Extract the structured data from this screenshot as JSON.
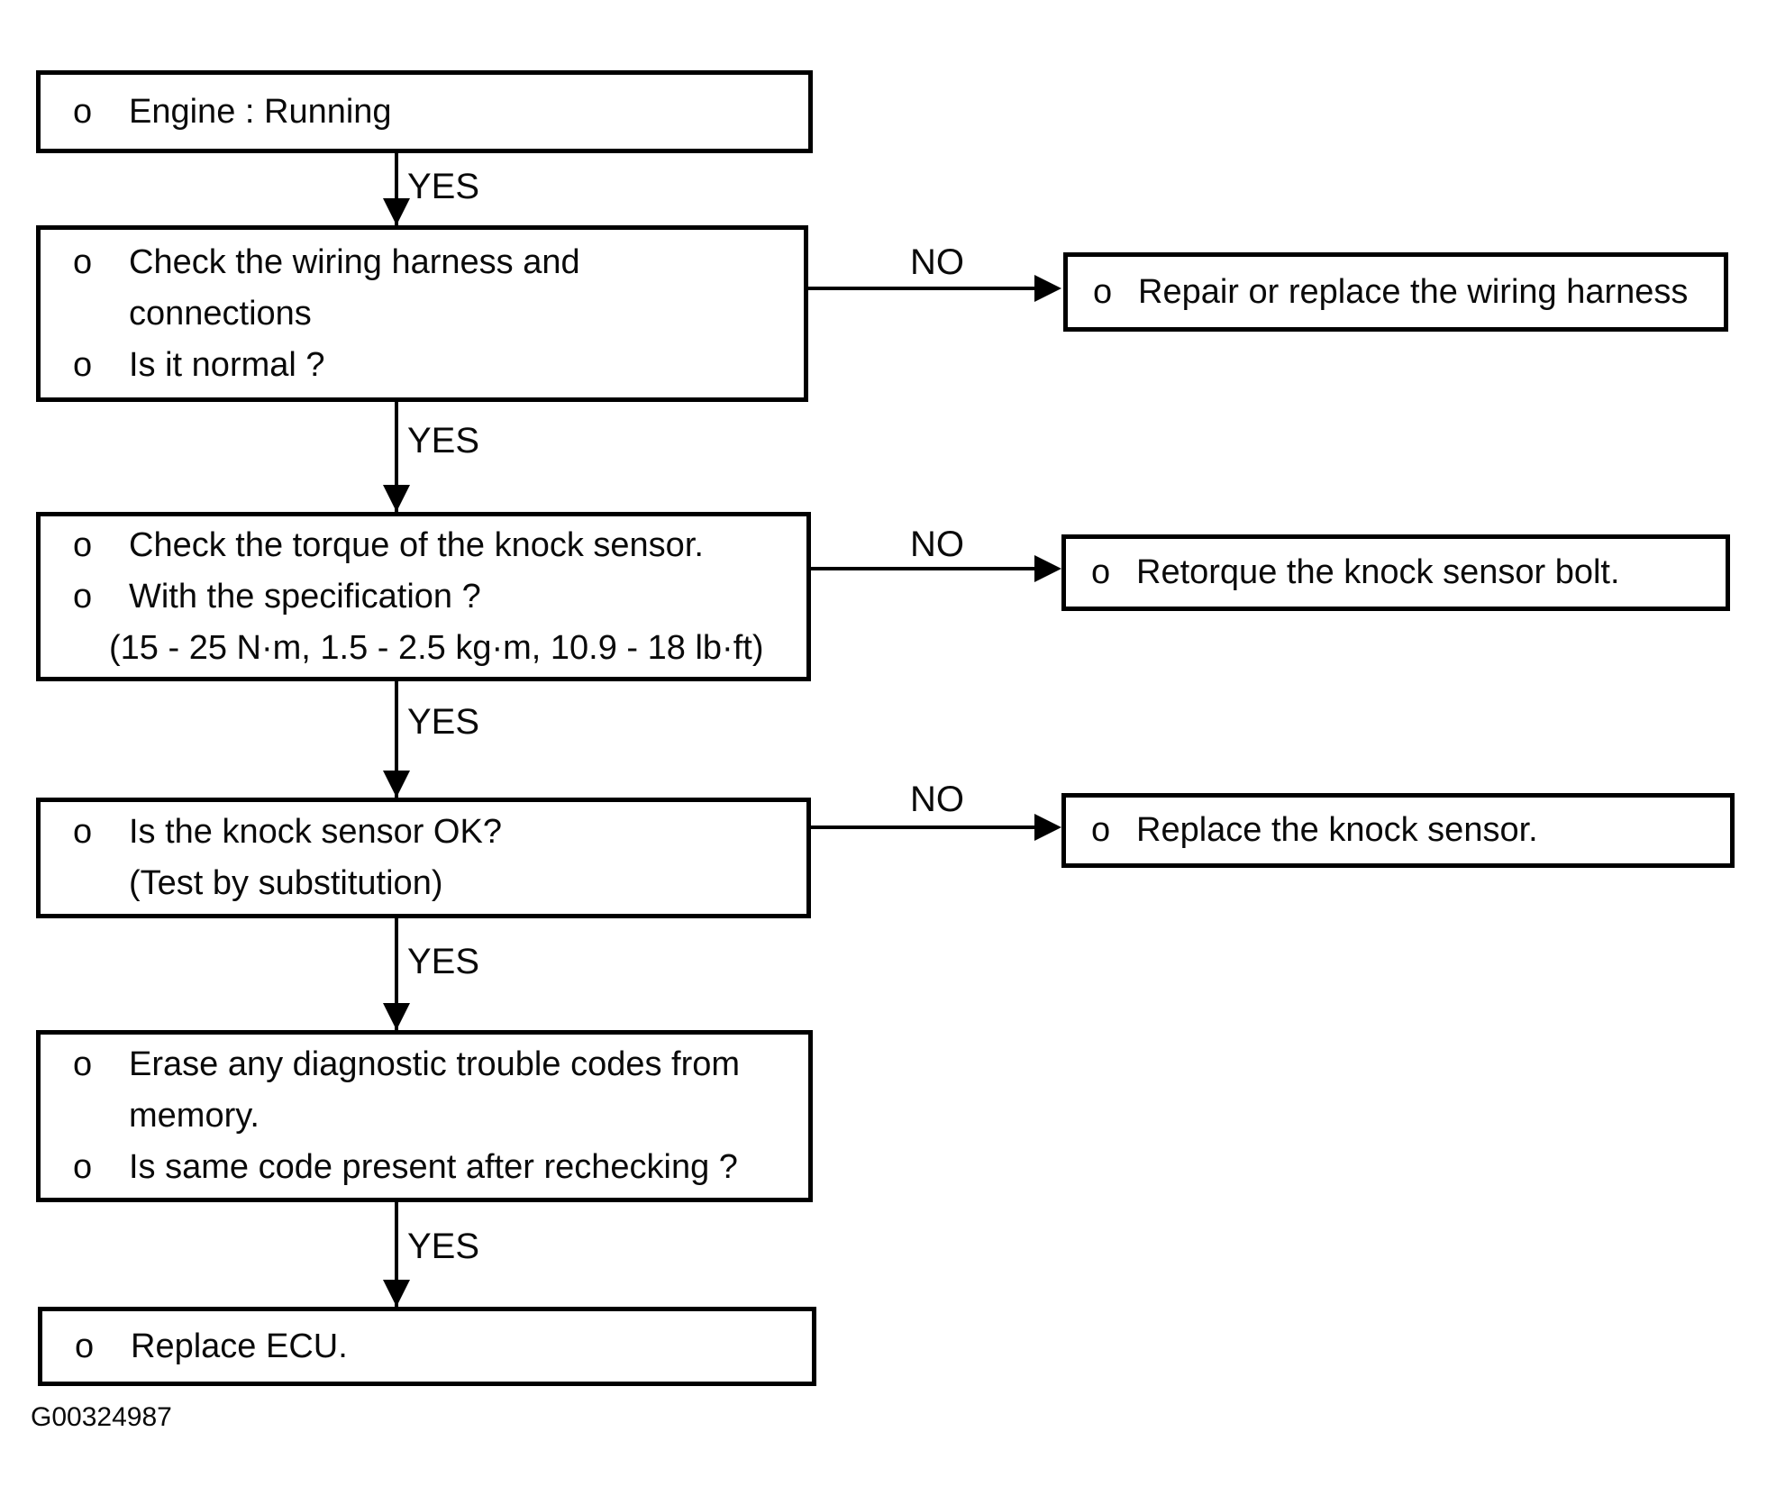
{
  "page": {
    "background": "#ffffff",
    "ink": "#000000"
  },
  "footer": {
    "figure_code": "G00324987"
  },
  "connectors": {
    "yes": [
      "YES",
      "YES",
      "YES",
      "YES",
      "YES"
    ],
    "no": [
      "NO",
      "NO",
      "NO"
    ]
  },
  "nodes": [
    {
      "id": "engine-running",
      "lines": [
        {
          "bullet": "o",
          "text": "Engine : Running"
        }
      ]
    },
    {
      "id": "check-wiring",
      "lines": [
        {
          "bullet": "o",
          "text": "Check the wiring harness and"
        },
        {
          "bullet": "",
          "text": "connections"
        },
        {
          "bullet": "o",
          "text": "Is it normal ?"
        }
      ]
    },
    {
      "id": "check-torque",
      "lines": [
        {
          "bullet": "o",
          "text": "Check the torque of the knock sensor."
        },
        {
          "bullet": "o",
          "text": "With the specification ?"
        },
        {
          "bullet": "",
          "text": "(15 - 25 N·m, 1.5 - 2.5 kg·m, 10.9 - 18 lb·ft)"
        }
      ]
    },
    {
      "id": "knock-sensor-ok",
      "lines": [
        {
          "bullet": "o",
          "text": "Is the knock sensor OK?"
        },
        {
          "bullet": "",
          "text": "(Test by substitution)"
        }
      ]
    },
    {
      "id": "erase-codes",
      "lines": [
        {
          "bullet": "o",
          "text": "Erase any diagnostic trouble codes from"
        },
        {
          "bullet": "",
          "text": "memory."
        },
        {
          "bullet": "o",
          "text": "Is same code present after rechecking ?"
        }
      ]
    },
    {
      "id": "replace-ecu",
      "lines": [
        {
          "bullet": "o",
          "text": "Replace ECU."
        }
      ]
    }
  ],
  "remedies": [
    {
      "id": "repair-wiring",
      "lines": [
        {
          "bullet": "o",
          "text": "Repair or replace the wiring harness"
        }
      ]
    },
    {
      "id": "retorque-bolt",
      "lines": [
        {
          "bullet": "o",
          "text": "Retorque the knock sensor bolt."
        }
      ]
    },
    {
      "id": "replace-sensor",
      "lines": [
        {
          "bullet": "o",
          "text": "Replace the knock sensor."
        }
      ]
    }
  ]
}
